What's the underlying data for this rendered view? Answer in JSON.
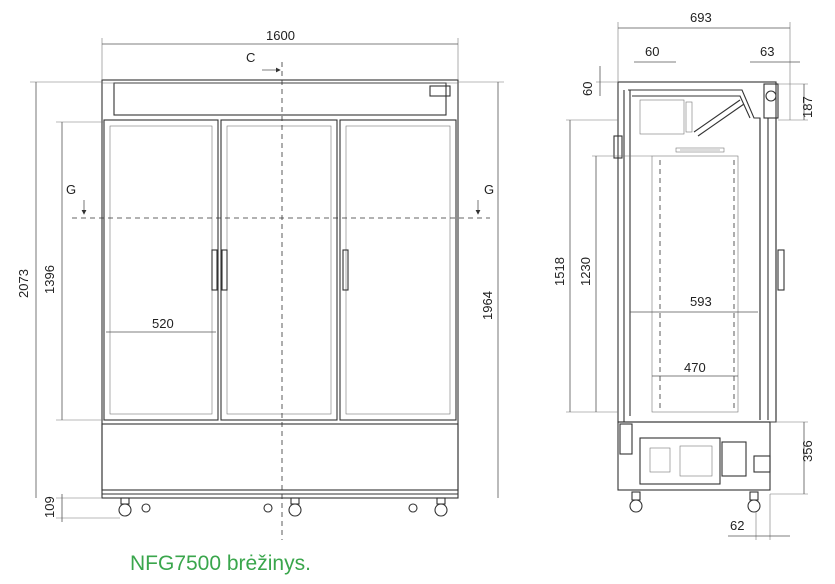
{
  "caption": "NFG7500 brėžinys.",
  "front": {
    "width": "1600",
    "section_c": "C",
    "section_g_left": "G",
    "section_g_right": "G",
    "height_total": "2073",
    "glass_height": "1396",
    "cabinet_height": "1964",
    "door_width": "520",
    "base_height": "109"
  },
  "side": {
    "depth": "693",
    "top_left": "60",
    "top_right": "63",
    "top_height": "60",
    "header_height": "187",
    "interior_height": "1518",
    "shelf_height": "1230",
    "interior_depth": "593",
    "shelf_depth": "470",
    "base_height": "356",
    "foot_offset": "62"
  }
}
